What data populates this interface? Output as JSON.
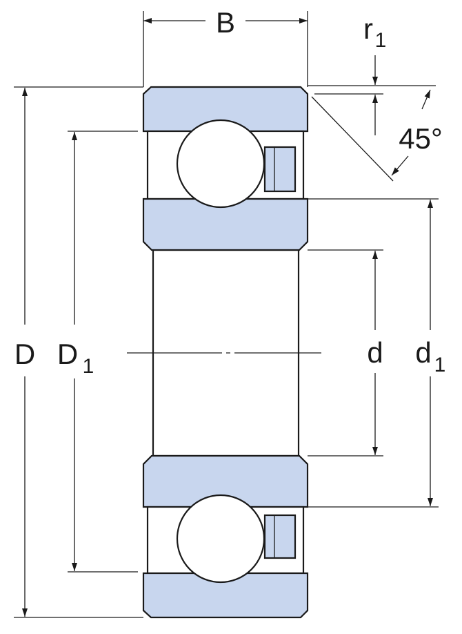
{
  "diagram": {
    "colors": {
      "ring_fill": "#c8d6ee",
      "ball_fill": "#ffffff",
      "line": "#1a1a1a"
    },
    "labels": {
      "B": "B",
      "r1_main": "r",
      "r1_sub": "1",
      "angle": "45°",
      "D": "D",
      "D1_main": "D",
      "D1_sub": "1",
      "d": "d",
      "d1_main": "d",
      "d1_sub": "1"
    }
  }
}
